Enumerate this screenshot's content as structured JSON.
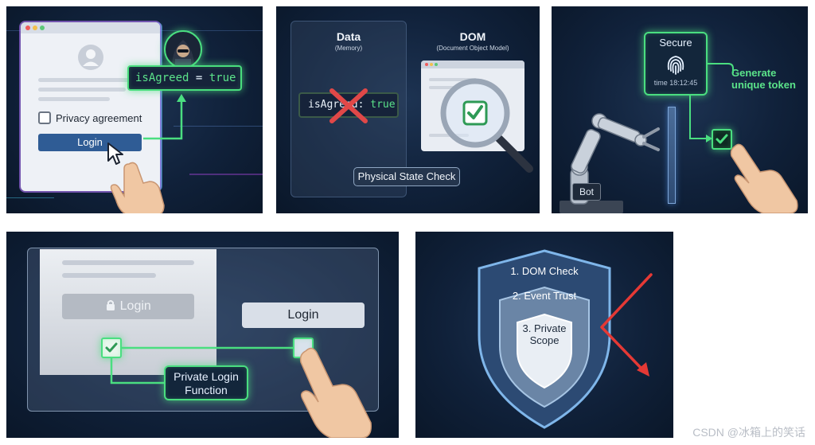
{
  "panel1": {
    "checkbox_label": "Privacy agreement",
    "login_label": "Login",
    "code": {
      "variable": "isAgreed",
      "operator": " = ",
      "value": "true"
    }
  },
  "panel2": {
    "data_title": "Data",
    "data_subtitle": "(Memory)",
    "dom_title": "DOM",
    "dom_subtitle": "(Document Object Model)",
    "code": {
      "variable": "isAgreed",
      "operator": ": ",
      "value": "true"
    },
    "check_label": "Physical State Check"
  },
  "panel3": {
    "secure_label": "Secure",
    "time_label": "time 18:12:45",
    "token_label": "Generate unique token",
    "bot_label": "Bot"
  },
  "panel4": {
    "disabled_login_label": "Login",
    "login_label": "Login",
    "function_label": "Private Login Function"
  },
  "panel5": {
    "layer1": "1. DOM Check",
    "layer2": "2. Event Trust",
    "layer3": "3. Private Scope"
  },
  "watermark": "CSDN @冰箱上的笑话",
  "colors": {
    "accent_green": "#4ade80",
    "navy": "#10213a",
    "alert_red": "#e53935",
    "button_blue": "#2f5c95"
  },
  "icons": [
    "user-avatar-icon",
    "hacker-icon",
    "magnifier-icon",
    "fingerprint-icon",
    "robot-arm-icon",
    "hand-pointer-icon",
    "shield-icon",
    "lock-icon"
  ]
}
